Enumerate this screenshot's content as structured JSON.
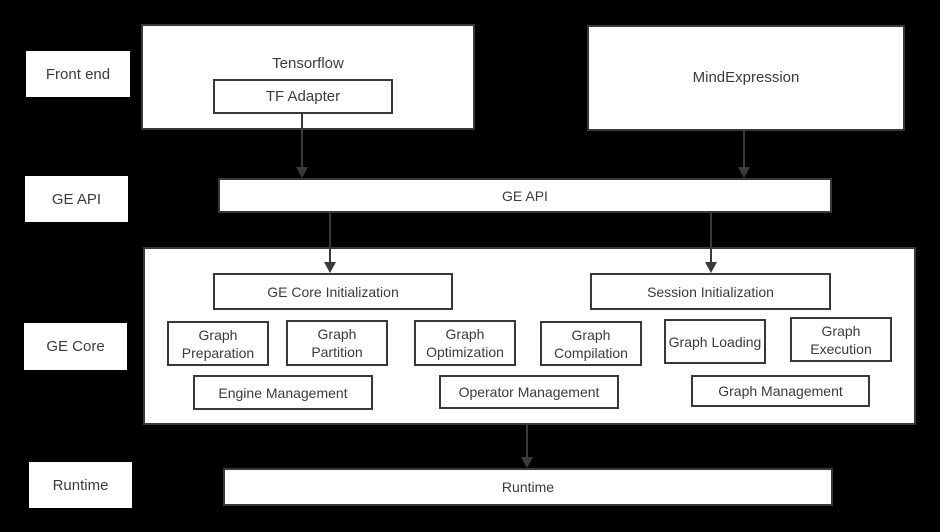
{
  "diagram": {
    "layer_labels": {
      "front_end": "Front end",
      "ge_api": "GE API",
      "ge_core": "GE Core",
      "runtime": "Runtime"
    },
    "front_end": {
      "tensorflow": "Tensorflow",
      "tf_adapter": "TF Adapter",
      "mind_expression": "MindExpression"
    },
    "ge_api_bar": "GE API",
    "ge_core": {
      "ge_core_initialization": "GE Core Initialization",
      "session_initialization": "Session Initialization",
      "modules": [
        "Graph Preparation",
        "Graph Partition",
        "Graph Optimization",
        "Graph Compilation",
        "Graph Loading",
        "Graph Execution"
      ],
      "management": [
        "Engine Management",
        "Operator Management",
        "Graph Management"
      ]
    },
    "runtime_bar": "Runtime"
  },
  "colors": {
    "background": "#000000",
    "box_fill": "#ffffff",
    "border": "#383838",
    "text": "#3b3b3b",
    "arrow": "#3a3a3a"
  }
}
